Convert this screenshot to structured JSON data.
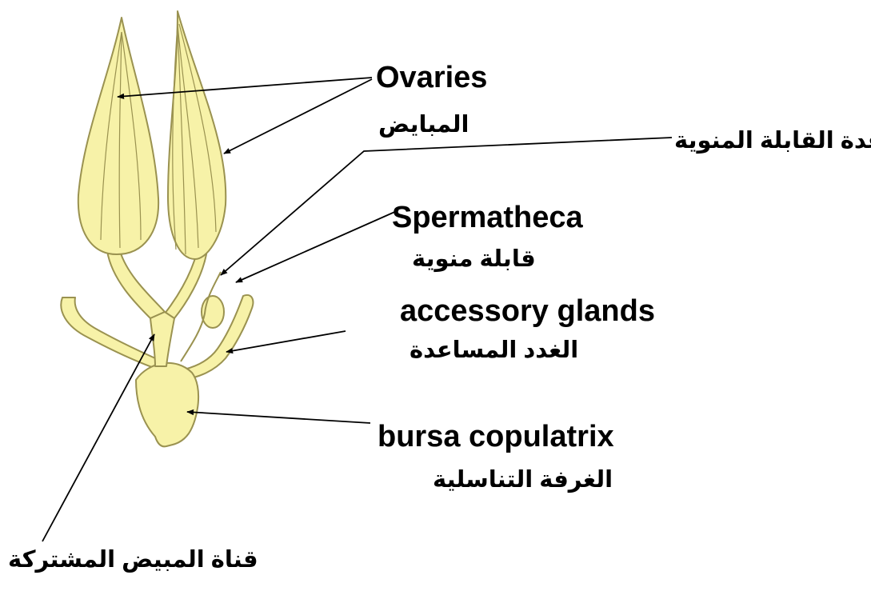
{
  "diagram": {
    "colors": {
      "organ_fill": "#F7F2A8",
      "outline": "#9A9250",
      "arrow": "#000000"
    },
    "labels": {
      "ovaries_en": "Ovaries",
      "ovaries_ar": "المبايض",
      "spermathecal_gland_ar": "غدة القابلة المنوية",
      "spermatheca_en": "Spermatheca",
      "spermatheca_ar": "قابلة منوية",
      "accessory_glands_en": "accessory glands",
      "accessory_glands_ar": "الغدد المساعدة",
      "bursa_en": "bursa copulatrix",
      "bursa_ar": "الغرفة التناسلية",
      "common_oviduct_ar": "قناة المبيض المشتركة"
    }
  }
}
